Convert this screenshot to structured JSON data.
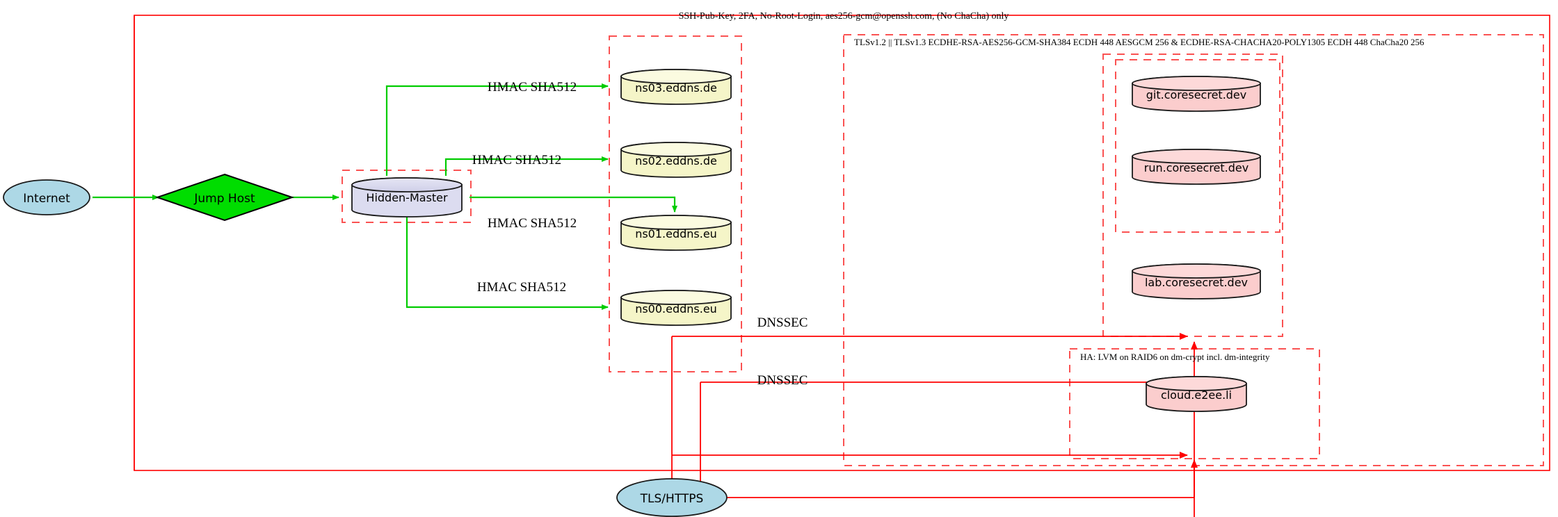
{
  "diagram": {
    "title_note": "SSH-Pub-Key, 2FA, No-Root-Login, aes256-gcm@openssh.com, (No ChaCha) only",
    "colors": {
      "boundary_red": "#ff0000",
      "cluster_dashed_red": "#fa5252",
      "edge_green": "#00cc00",
      "edge_red": "#ff0000",
      "internet_fill": "#add8e6",
      "jumphost_fill": "#00dd00",
      "master_fill": "#dcdcf0",
      "dns_fill": "#f5f5c8",
      "web_fill": "#fbcdcd"
    }
  },
  "clusters": {
    "tls_policy": {
      "label": "TLSv1.2 || TLSv1.3 ECDHE-RSA-AES256-GCM-SHA384 ECDH 448 AESGCM 256 & ECDHE-RSA-CHACHA20-POLY1305 ECDH 448 ChaCha20 256"
    },
    "ha_storage": {
      "label": "HA: LVM on RAID6 on dm-crypt incl. dm-integrity"
    }
  },
  "nodes": {
    "internet": {
      "label": "Internet",
      "shape": "ellipse"
    },
    "jump_host": {
      "label": "Jump Host",
      "shape": "diamond"
    },
    "hidden_master": {
      "label": "Hidden-Master",
      "shape": "cylinder"
    },
    "tls_https": {
      "label": "TLS/HTTPS",
      "shape": "ellipse"
    },
    "dns_servers": [
      {
        "label": "ns03.eddns.de",
        "shape": "cylinder"
      },
      {
        "label": "ns02.eddns.de",
        "shape": "cylinder"
      },
      {
        "label": "ns01.eddns.eu",
        "shape": "cylinder"
      },
      {
        "label": "ns00.eddns.eu",
        "shape": "cylinder"
      }
    ],
    "web_services": [
      {
        "label": "git.coresecret.dev",
        "shape": "cylinder"
      },
      {
        "label": "run.coresecret.dev",
        "shape": "cylinder"
      },
      {
        "label": "lab.coresecret.dev",
        "shape": "cylinder"
      },
      {
        "label": "cloud.e2ee.li",
        "shape": "cylinder"
      }
    ]
  },
  "edge_labels": {
    "hmac": [
      "HMAC SHA512",
      "HMAC SHA512",
      "HMAC SHA512",
      "HMAC SHA512"
    ],
    "dnssec": [
      "DNSSEC",
      "DNSSEC"
    ]
  }
}
